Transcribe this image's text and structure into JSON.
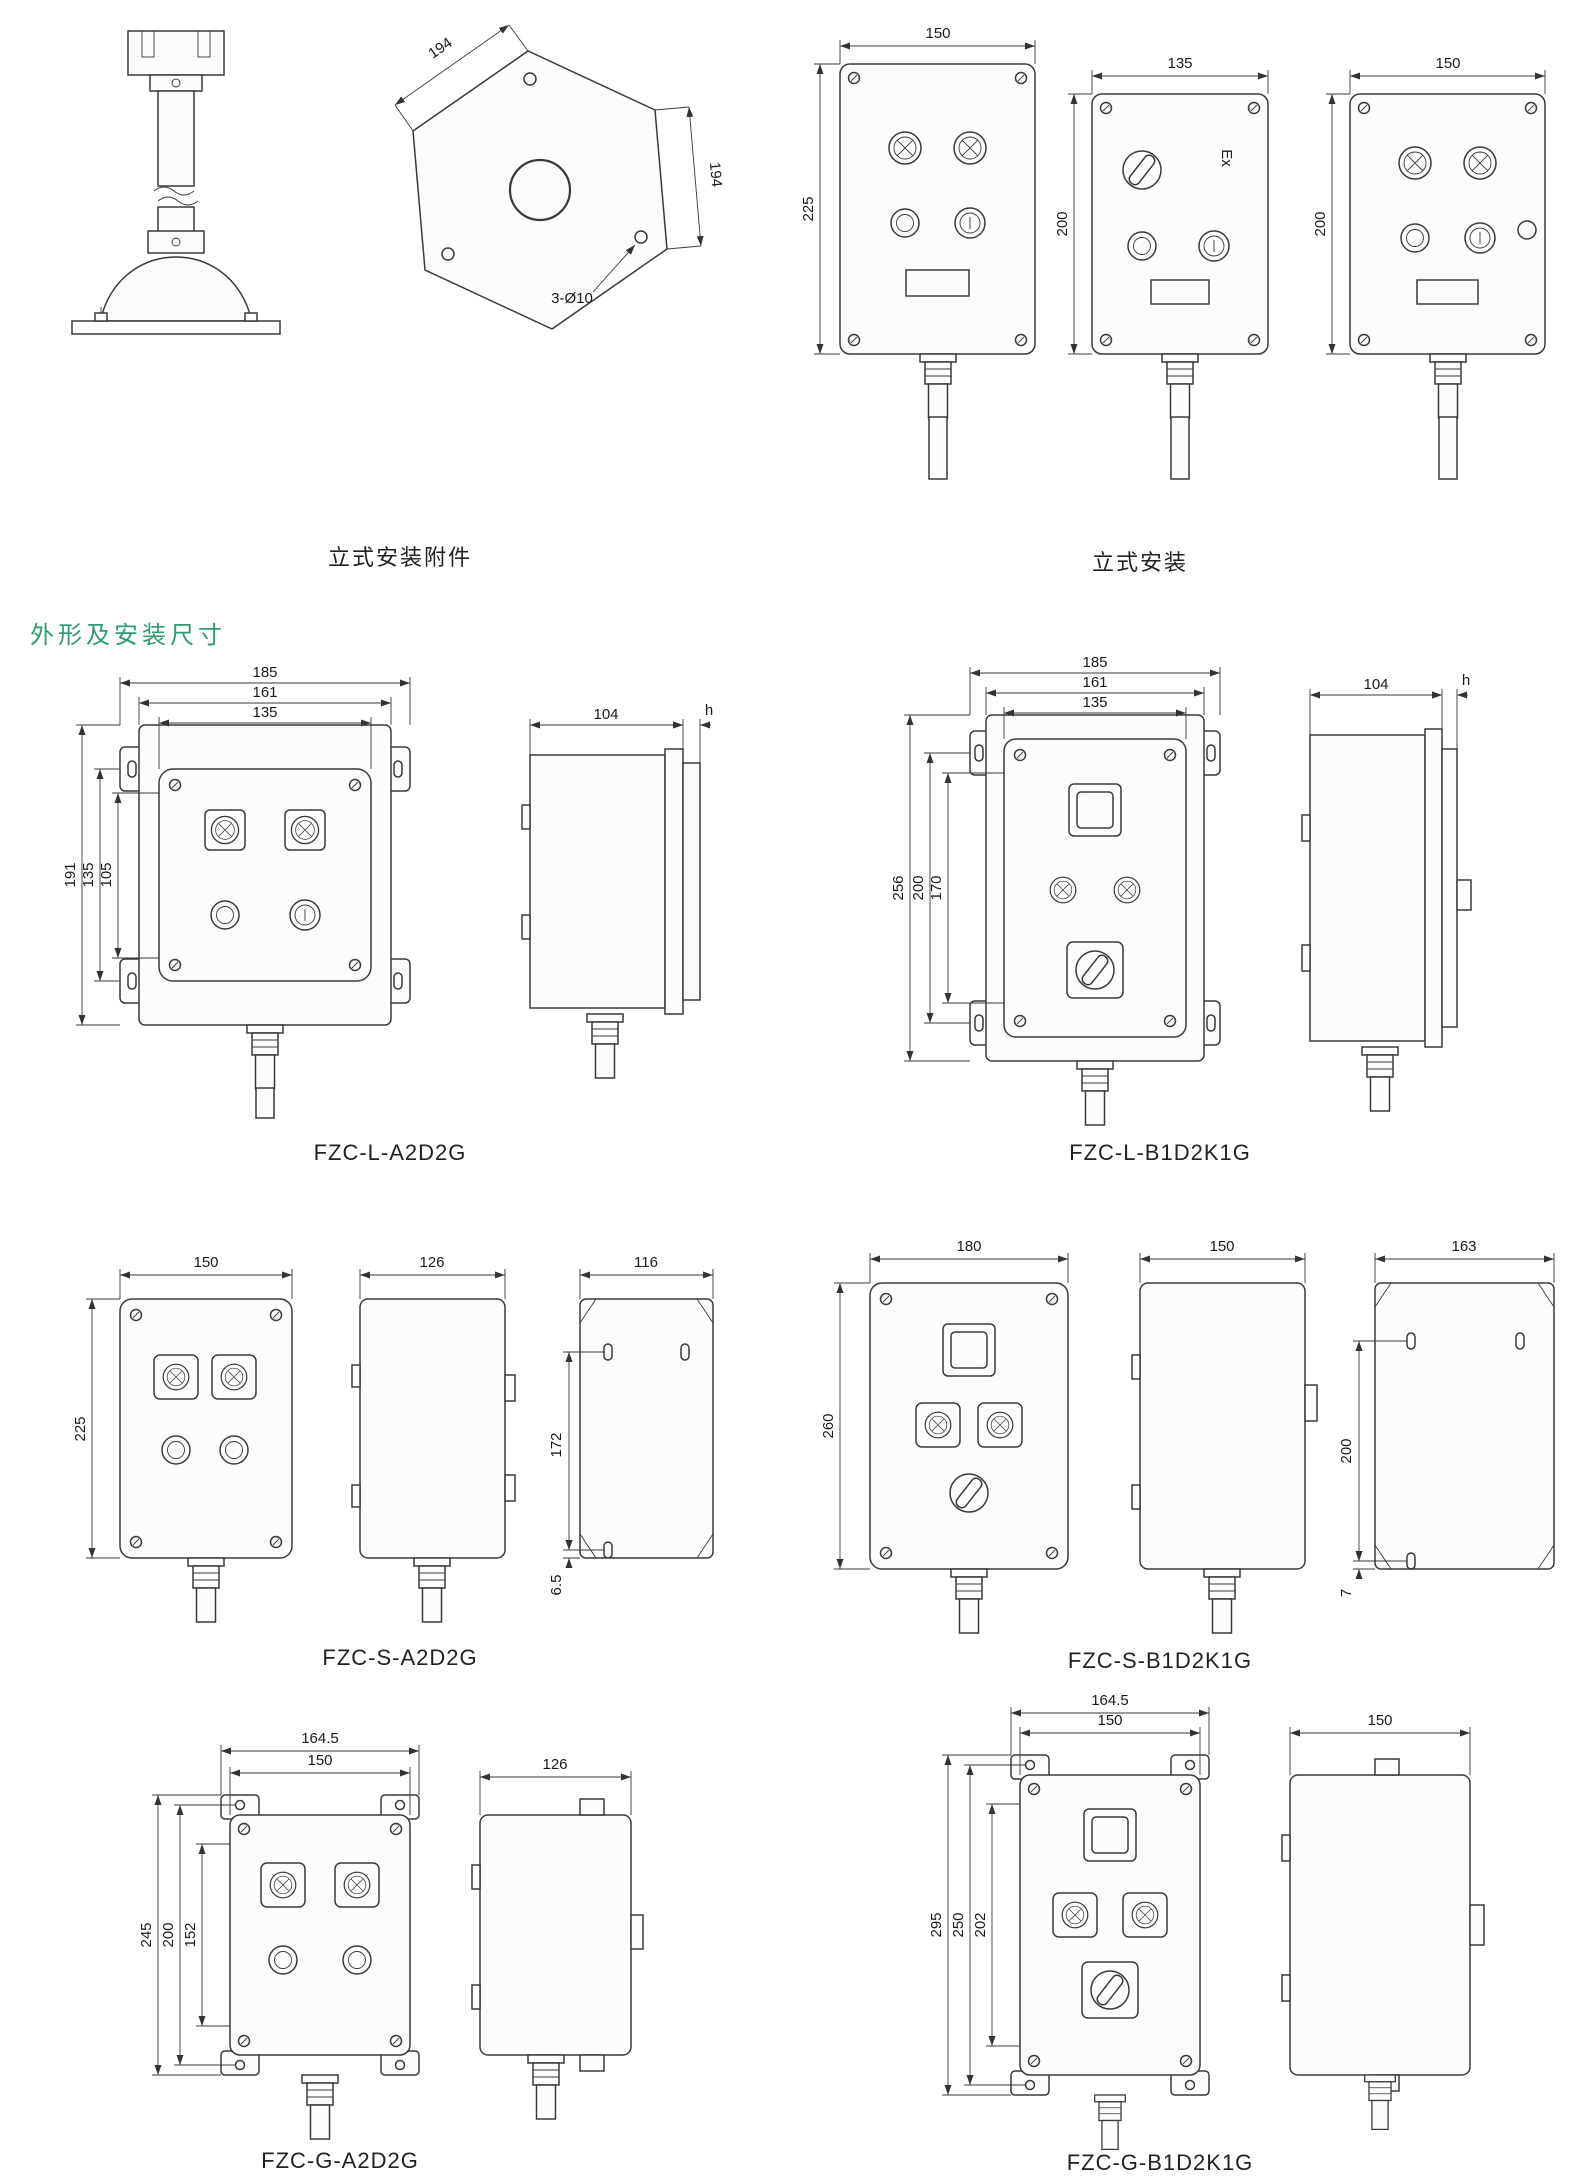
{
  "page": {
    "section_title": "外形及安装尺寸"
  },
  "top_left": {
    "caption": "立式安装附件",
    "hex": {
      "edge_dim": "194",
      "side_dim": "194",
      "holes_label": "3-Ø10"
    }
  },
  "top_right": {
    "caption": "立式安装",
    "box1": {
      "width": "150",
      "height": "225"
    },
    "box2": {
      "width": "135",
      "height": "200",
      "marking": "Ex"
    },
    "box3": {
      "width": "150",
      "height": "200"
    }
  },
  "products": {
    "l_a2d2g": {
      "name": "FZC-L-A2D2G",
      "front": {
        "top_dims": [
          "185",
          "161",
          "135"
        ],
        "left_dims": [
          "191",
          "135",
          "105"
        ]
      },
      "side": {
        "depth": "104",
        "lip": "h"
      }
    },
    "l_b1d2k1g": {
      "name": "FZC-L-B1D2K1G",
      "front": {
        "top_dims": [
          "185",
          "161",
          "135"
        ],
        "left_dims": [
          "256",
          "200",
          "170"
        ]
      },
      "side": {
        "depth": "104",
        "lip": "h"
      }
    },
    "s_a2d2g": {
      "name": "FZC-S-A2D2G",
      "front": {
        "width": "150",
        "height": "225"
      },
      "side": {
        "depth": "126"
      },
      "back": {
        "width": "116",
        "hole_span": "172",
        "hole_offset": "6.5"
      }
    },
    "s_b1d2k1g": {
      "name": "FZC-S-B1D2K1G",
      "front": {
        "width": "180",
        "height": "260"
      },
      "side": {
        "depth": "150"
      },
      "back": {
        "width": "163",
        "hole_span": "200",
        "hole_offset": "7"
      }
    },
    "g_a2d2g": {
      "name": "FZC-G-A2D2G",
      "front": {
        "top_dims": [
          "164.5",
          "150"
        ],
        "left_dims": [
          "245",
          "200",
          "152"
        ]
      },
      "side": {
        "depth": "126"
      }
    },
    "g_b1d2k1g": {
      "name": "FZC-G-B1D2K1G",
      "front": {
        "top_dims": [
          "164.5",
          "150"
        ],
        "left_dims": [
          "295",
          "250",
          "202"
        ]
      },
      "side": {
        "depth": "150"
      }
    }
  }
}
